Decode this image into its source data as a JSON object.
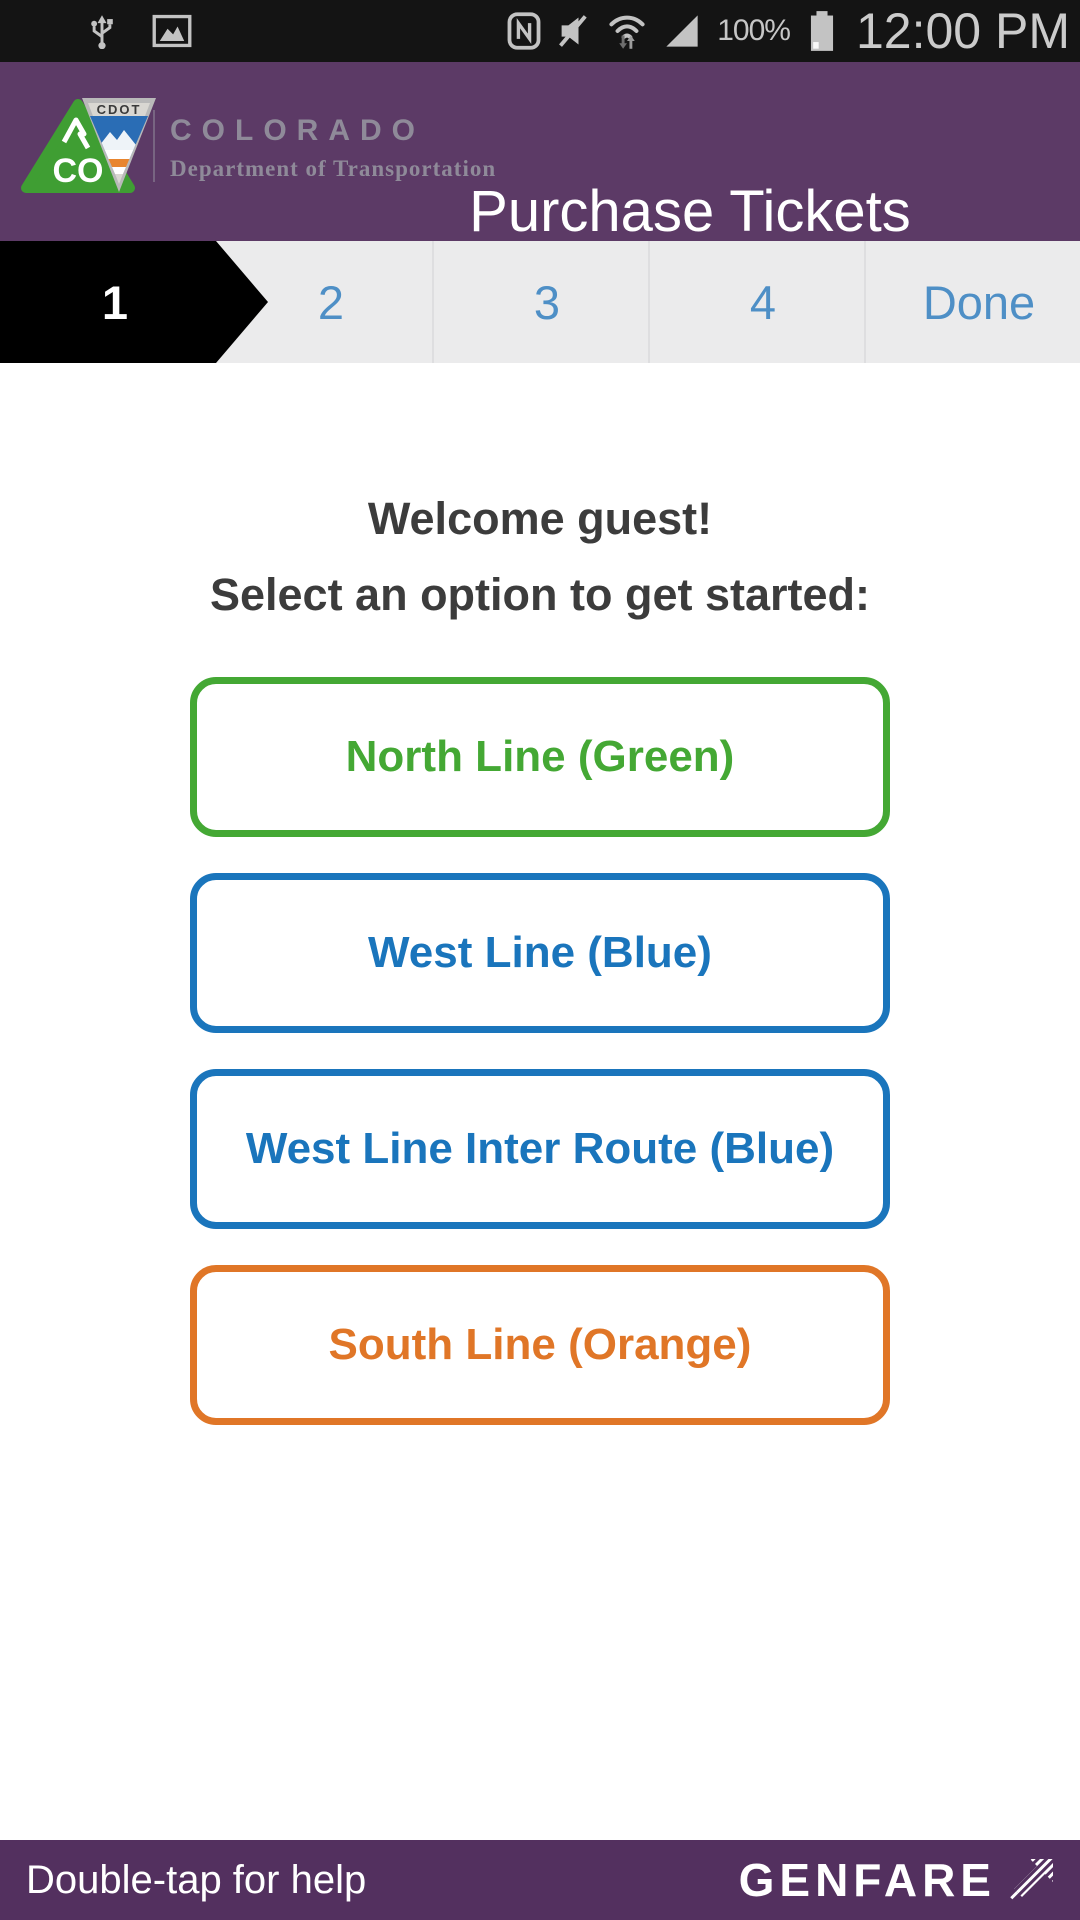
{
  "status_bar": {
    "time": "12:00 PM",
    "battery_percent": "100%",
    "left_icons": [
      "usb-icon",
      "image-icon"
    ],
    "right_icons": [
      "nfc-icon",
      "mute-icon",
      "wifi-icon",
      "signal-icon",
      "battery-icon"
    ]
  },
  "header": {
    "title": "Purchase Tickets",
    "logo": {
      "co_text": "CO",
      "cdot_text": "CDOT",
      "brand_line1": "COLORADO",
      "brand_line2": "Department of Transportation"
    }
  },
  "steps": {
    "items": [
      {
        "label": "1",
        "active": true
      },
      {
        "label": "2",
        "active": false
      },
      {
        "label": "3",
        "active": false
      },
      {
        "label": "4",
        "active": false
      },
      {
        "label": "Done",
        "active": false
      }
    ]
  },
  "main": {
    "welcome": "Welcome guest!",
    "instruction": "Select an option to get started:",
    "options": [
      {
        "label": "North Line (Green)",
        "color": "#44a834"
      },
      {
        "label": "West Line (Blue)",
        "color": "#1a75bc"
      },
      {
        "label": "West Line Inter Route (Blue)",
        "color": "#1a75bc"
      },
      {
        "label": "South Line (Orange)",
        "color": "#e07627"
      }
    ]
  },
  "footer": {
    "help_text": "Double-tap for help",
    "brand": "GENFARE"
  },
  "colors": {
    "header_purple": "#5c3a66",
    "footer_purple": "#53305f",
    "status_black": "#141414",
    "step_bar_bg": "#ebebec",
    "step_blue": "#4e8fc6",
    "step_active_bg": "#000000",
    "heading_text": "#3c3c3c"
  }
}
